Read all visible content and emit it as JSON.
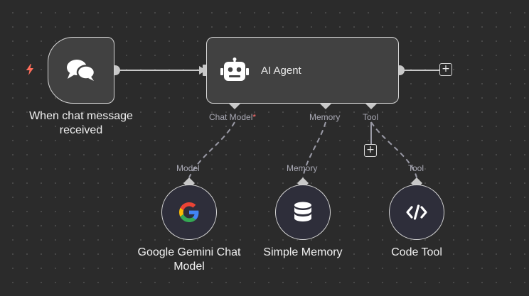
{
  "trigger": {
    "label_line1": "When chat message",
    "label_line2": "received",
    "icon": "chat-bubbles-icon",
    "trigger_icon": "lightning-bolt-icon"
  },
  "agent": {
    "title": "AI Agent",
    "icon": "robot-icon",
    "connections": {
      "chat_model": "Chat Model",
      "chat_model_required": "*",
      "memory": "Memory",
      "tool": "Tool"
    }
  },
  "sub_nodes": {
    "gemini": {
      "label_line1": "Google Gemini Chat",
      "label_line2": "Model",
      "connector_label": "Model",
      "icon": "google-g-icon"
    },
    "memory": {
      "label": "Simple Memory",
      "connector_label": "Memory",
      "icon": "database-icon"
    },
    "code_tool": {
      "label": "Code Tool",
      "connector_label": "Tool",
      "icon": "code-icon"
    }
  },
  "buttons": {
    "add_symbol": "+"
  },
  "colors": {
    "background": "#2b2b2b",
    "node_fill": "#414141",
    "node_border": "#d6d6d6",
    "sub_node_fill": "#2e2e3a",
    "required": "#ff6d6d",
    "trigger_bolt": "#ff6d5a"
  }
}
